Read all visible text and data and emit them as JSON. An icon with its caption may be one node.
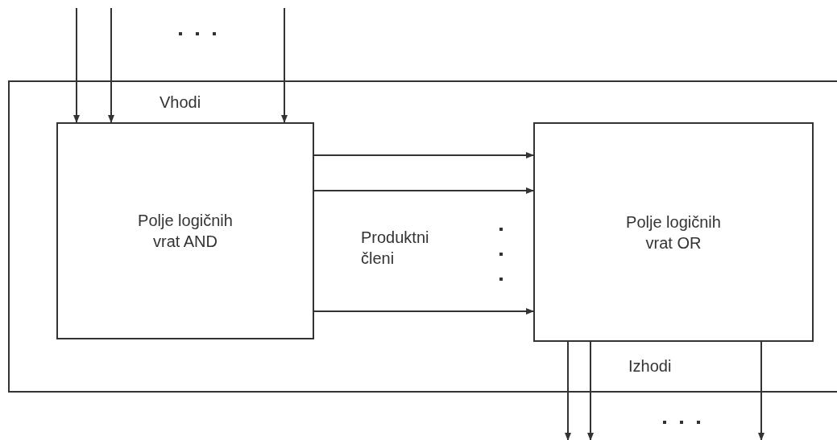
{
  "diagram": {
    "nodes": [
      {
        "text": [],
        "shape": "box"
      },
      {
        "text": [
          "Polje logičnih vrat AND"
        ],
        "in": 0
      },
      {
        "text": [
          "Polje logičnih vrat OR"
        ],
        "in": 0
      }
    ],
    "edges": [
      {
        "from": null,
        "to": 1,
        "arrow": "to"
      },
      {
        "from": null,
        "to": 1,
        "arrow": "to"
      },
      {
        "from": null,
        "to": 1,
        "arrow": "to"
      },
      {
        "from": 1,
        "to": 2,
        "arrow": "to"
      },
      {
        "from": 1,
        "to": 2,
        "arrow": "to"
      },
      {
        "from": 1,
        "to": 2,
        "arrow": "to"
      },
      {
        "from": 2,
        "to": null,
        "arrow": "to"
      },
      {
        "from": 2,
        "to": null,
        "arrow": "to"
      },
      {
        "from": 2,
        "to": null,
        "arrow": "to"
      }
    ],
    "labels": [
      "Vhodi",
      "Produktni členi",
      "Izhodi"
    ]
  }
}
